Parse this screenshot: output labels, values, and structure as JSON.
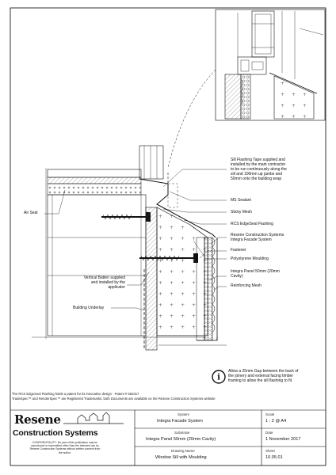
{
  "labels": {
    "sill_flashing_tape": "Sill Flashing Tape supplied and\ninstalled by the main contractor\nto be run continuously along the\nsill and 100mm up jambs and\n50mm onto the building wrap",
    "air_seal": "Air Seal",
    "ms_sealant": "MS Sealant",
    "sticky_mesh": "Sticky Mesh",
    "rcs_edgeseal": "RCS EdgeSeal Flashing",
    "rcs_integra": "Resene Construction Systems\nIntegra Facade System",
    "fastener": "Fastener",
    "polystyrene": "Polystyrene Moulding",
    "integra_panel": "Integra Panel 50mm (20mm\nCavity)",
    "reinforcing_mesh": "Reinforcing Mesh",
    "vertical_batten": "Vertical Batten supplied\nand installed by the\napplicator",
    "building_underlay": "Building Underlay",
    "gap_note": "Allow a 25mm Gap between the back of\nthe joinery and external facing timber\nframing to allow the sill flashing to fit."
  },
  "footnotes": {
    "patent": "The RCS EdgeSeal Flashing holds a patent for its innovative design - Patent # 582317",
    "trademarks": "TradeSpec™ and RenderSpec™ are Registered Trademarks, both Documents are available on the Resene Construction Systems website"
  },
  "title_block": {
    "logo_brand": "Resene",
    "logo_sub": "Construction Systems",
    "confidentiality": "CONFIDENTIALITY: No part of this publication may be\nreproduced or transmitted other than the intended use by\nResene Construction Systems without written consent from\nthe author.",
    "system_caption": "System",
    "system_value": "Integra Facade System",
    "scale_caption": "Scale",
    "scale_value": "1 : 2 @ A4",
    "substrate_caption": "Substrate",
    "substrate_value": "Integra Panel 50mm (20mm Cavity)",
    "date_caption": "Date",
    "date_value": "1 November 2017",
    "drawing_name_caption": "Drawing Name",
    "drawing_name_value": "Window Sill with Moulding",
    "sheet_caption": "Sheet",
    "sheet_value": "10.05.01"
  },
  "colors": {
    "line": "#111111",
    "hatch": "#444444",
    "border": "#000000"
  },
  "icons": [
    "info-icon"
  ]
}
